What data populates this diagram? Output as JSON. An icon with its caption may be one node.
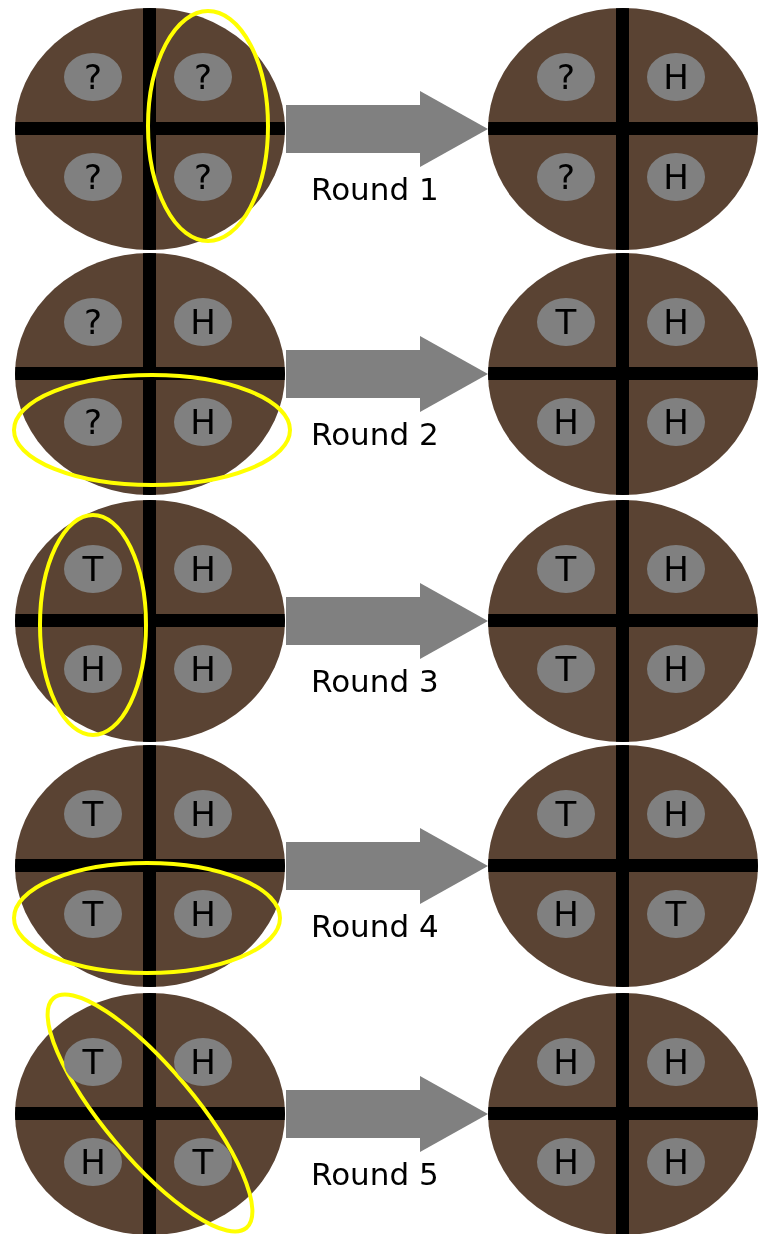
{
  "diagram": {
    "nodes": [
      {
        "text": [],
        "shape": "circle"
      },
      {
        "text": [
          "?"
        ],
        "in": 0
      },
      {
        "text": [
          "?"
        ],
        "in": 0
      },
      {
        "text": [
          "?"
        ],
        "in": 0
      },
      {
        "text": [
          "?"
        ],
        "in": 0
      },
      {
        "text": [],
        "shape": "circle"
      },
      {
        "text": [
          "?"
        ],
        "in": 5
      },
      {
        "text": [
          "H"
        ],
        "in": 5
      },
      {
        "text": [
          "?"
        ],
        "in": 5
      },
      {
        "text": [
          "H"
        ],
        "in": 5
      },
      {
        "text": [],
        "shape": "circle"
      },
      {
        "text": [
          "?"
        ],
        "in": 10
      },
      {
        "text": [
          "H"
        ],
        "in": 10
      },
      {
        "text": [
          "?"
        ],
        "in": 10
      },
      {
        "text": [
          "H"
        ],
        "in": 10
      },
      {
        "text": [],
        "shape": "circle"
      },
      {
        "text": [
          "T"
        ],
        "in": 15
      },
      {
        "text": [
          "H"
        ],
        "in": 15
      },
      {
        "text": [
          "H"
        ],
        "in": 15
      },
      {
        "text": [
          "H"
        ],
        "in": 15
      },
      {
        "text": [],
        "shape": "circle"
      },
      {
        "text": [
          "T"
        ],
        "in": 20
      },
      {
        "text": [
          "H"
        ],
        "in": 20
      },
      {
        "text": [
          "H"
        ],
        "in": 20
      },
      {
        "text": [
          "H"
        ],
        "in": 20
      },
      {
        "text": [],
        "shape": "circle"
      },
      {
        "text": [
          "T"
        ],
        "in": 25
      },
      {
        "text": [
          "H"
        ],
        "in": 25
      },
      {
        "text": [
          "T"
        ],
        "in": 25
      },
      {
        "text": [
          "H"
        ],
        "in": 25
      },
      {
        "text": [],
        "shape": "circle"
      },
      {
        "text": [
          "T"
        ],
        "in": 30
      },
      {
        "text": [
          "H"
        ],
        "in": 30
      },
      {
        "text": [
          "T"
        ],
        "in": 30
      },
      {
        "text": [
          "H"
        ],
        "in": 30
      },
      {
        "text": [],
        "shape": "circle"
      },
      {
        "text": [
          "T"
        ],
        "in": 35
      },
      {
        "text": [
          "H"
        ],
        "in": 35
      },
      {
        "text": [
          "H"
        ],
        "in": 35
      },
      {
        "text": [
          "T"
        ],
        "in": 35
      },
      {
        "text": [],
        "shape": "circle"
      },
      {
        "text": [
          "T"
        ],
        "in": 40
      },
      {
        "text": [
          "H"
        ],
        "in": 40
      },
      {
        "text": [
          "H"
        ],
        "in": 40
      },
      {
        "text": [
          "T"
        ],
        "in": 40
      },
      {
        "text": [],
        "shape": "circle"
      },
      {
        "text": [
          "H"
        ],
        "in": 45
      },
      {
        "text": [
          "H"
        ],
        "in": 45
      },
      {
        "text": [
          "H"
        ],
        "in": 45
      },
      {
        "text": [
          "H"
        ],
        "in": 45
      }
    ],
    "edges": [
      {
        "from": 0,
        "to": 5,
        "arrow": "to",
        "label": "Round 1"
      },
      {
        "from": 10,
        "to": 15,
        "arrow": "to",
        "label": "Round 2"
      },
      {
        "from": 20,
        "to": 25,
        "arrow": "to",
        "label": "Round 3"
      },
      {
        "from": 30,
        "to": 35,
        "arrow": "to",
        "label": "Round 4"
      },
      {
        "from": 40,
        "to": 45,
        "arrow": "to",
        "label": "Round 5"
      }
    ]
  }
}
